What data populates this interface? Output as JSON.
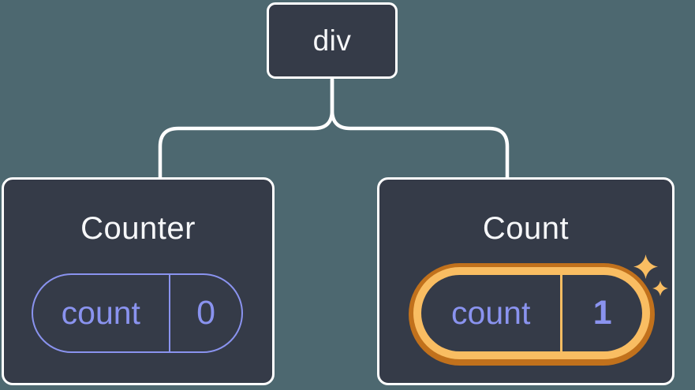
{
  "diagram": {
    "root": {
      "label": "div"
    },
    "children": [
      {
        "title": "Counter",
        "state": {
          "name": "count",
          "value": "0"
        },
        "highlighted": false
      },
      {
        "title": "Count",
        "state": {
          "name": "count",
          "value": "1"
        },
        "highlighted": true,
        "highlight_icon": "sparkles-icon"
      }
    ]
  },
  "colors": {
    "background": "#4D6870",
    "card_fill": "#353B48",
    "card_border": "#FFFFFF",
    "connector": "#FFFFFF",
    "state_purple": "#8A93EF",
    "highlight_orange_dark": "#C1711C",
    "highlight_orange_light": "#F9BD62",
    "text": "#F6F7F9"
  }
}
